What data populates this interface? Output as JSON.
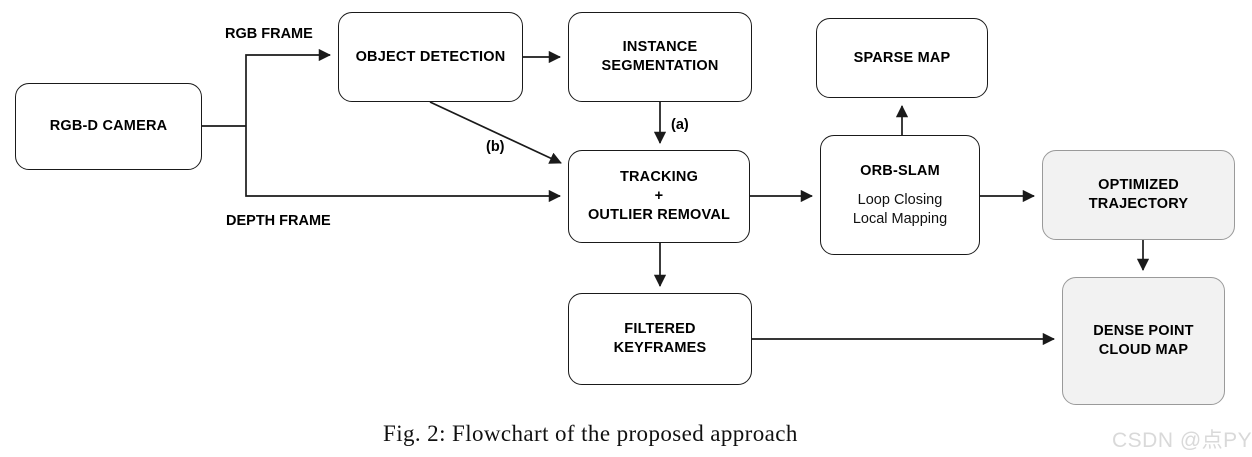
{
  "figure": {
    "caption": "Fig. 2: Flowchart of the proposed approach",
    "watermark": "CSDN @点PY",
    "colors": {
      "stroke": "#1a1a1a",
      "shaded_fill": "#f2f2f2",
      "shaded_stroke": "#9a9a9a",
      "background": "#ffffff",
      "watermark": "#d9d9d9"
    }
  },
  "nodes": [
    {
      "id": "rgbd-camera",
      "title": "RGB-D CAMERA",
      "sub": "",
      "style": "plain"
    },
    {
      "id": "object-detection",
      "title": "OBJECT DETECTION",
      "sub": "",
      "style": "plain"
    },
    {
      "id": "instance-segmentation",
      "title": "INSTANCE\nSEGMENTATION",
      "sub": "",
      "style": "plain"
    },
    {
      "id": "sparse-map",
      "title": "SPARSE MAP",
      "sub": "",
      "style": "plain"
    },
    {
      "id": "tracking",
      "title": "TRACKING\n+\nOUTLIER REMOVAL",
      "sub": "",
      "style": "plain"
    },
    {
      "id": "orb-slam",
      "title": "ORB-SLAM",
      "sub": "Loop Closing\nLocal Mapping",
      "style": "plain"
    },
    {
      "id": "optimized-trajectory",
      "title": "OPTIMIZED\nTRAJECTORY",
      "sub": "",
      "style": "shaded"
    },
    {
      "id": "filtered-keyframes",
      "title": "FILTERED\nKEYFRAMES",
      "sub": "",
      "style": "plain"
    },
    {
      "id": "dense-point-cloud-map",
      "title": "DENSE POINT\nCLOUD MAP",
      "sub": "",
      "style": "shaded"
    }
  ],
  "edge_labels": [
    {
      "id": "rgb-frame",
      "text": "RGB FRAME"
    },
    {
      "id": "depth-frame",
      "text": "DEPTH FRAME"
    },
    {
      "id": "branch-a",
      "text": "(a)"
    },
    {
      "id": "branch-b",
      "text": "(b)"
    }
  ],
  "edges": [
    {
      "from": "rgbd-camera",
      "to": "object-detection",
      "label": "RGB FRAME"
    },
    {
      "from": "rgbd-camera",
      "to": "tracking",
      "label": "DEPTH FRAME"
    },
    {
      "from": "object-detection",
      "to": "instance-segmentation",
      "label": ""
    },
    {
      "from": "object-detection",
      "to": "tracking",
      "label": "(b)"
    },
    {
      "from": "instance-segmentation",
      "to": "tracking",
      "label": "(a)"
    },
    {
      "from": "tracking",
      "to": "orb-slam",
      "label": ""
    },
    {
      "from": "tracking",
      "to": "filtered-keyframes",
      "label": ""
    },
    {
      "from": "orb-slam",
      "to": "sparse-map",
      "label": ""
    },
    {
      "from": "orb-slam",
      "to": "optimized-trajectory",
      "label": ""
    },
    {
      "from": "optimized-trajectory",
      "to": "dense-point-cloud-map",
      "label": ""
    },
    {
      "from": "filtered-keyframes",
      "to": "dense-point-cloud-map",
      "label": ""
    }
  ]
}
